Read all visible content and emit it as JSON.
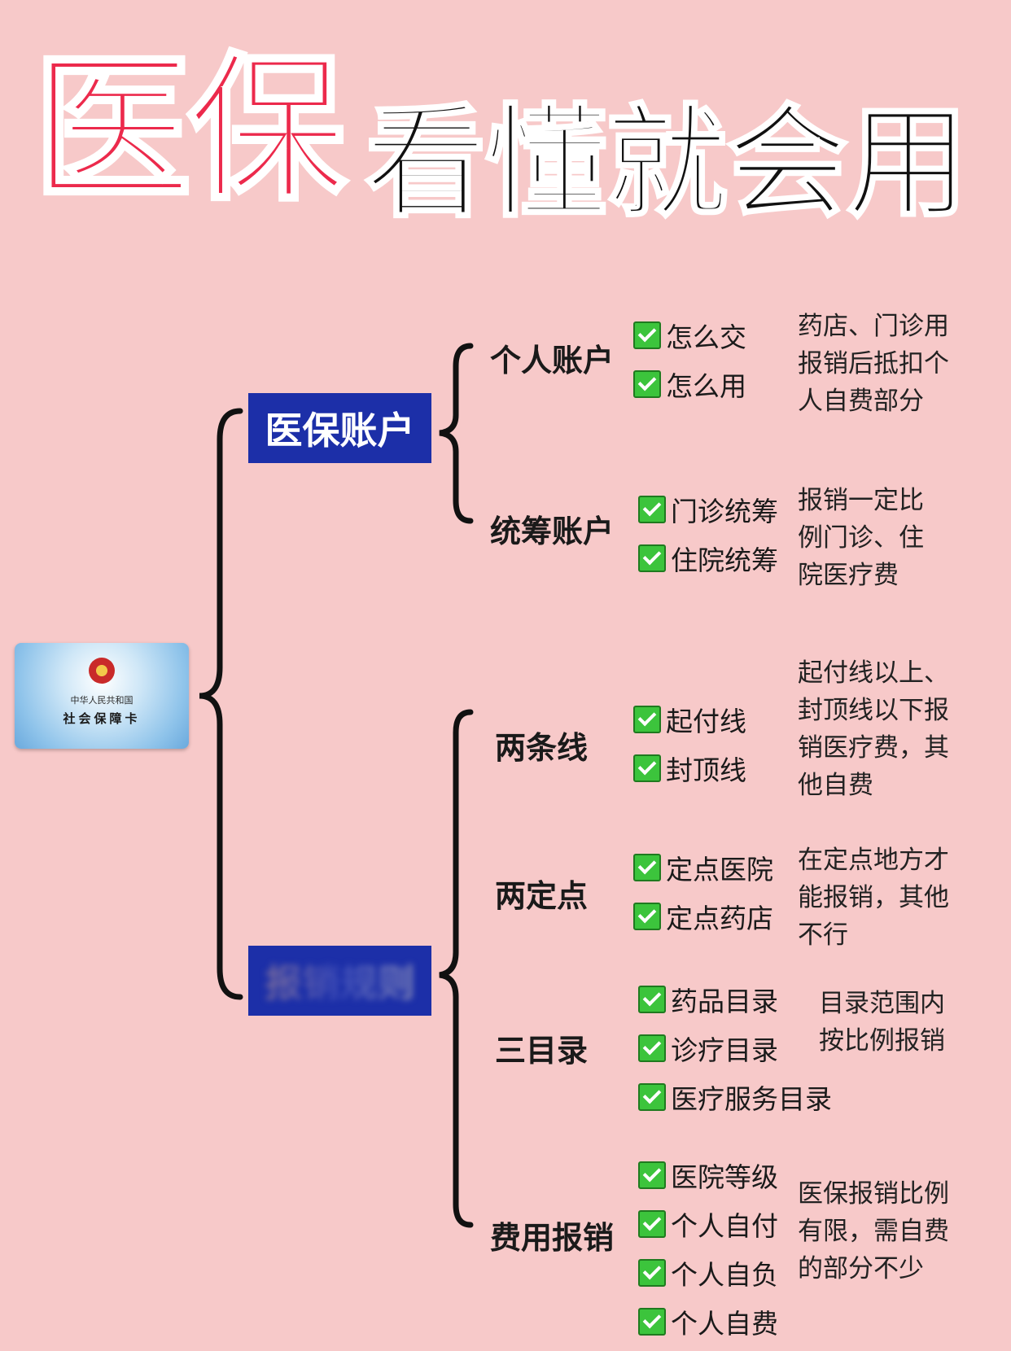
{
  "title": {
    "highlight": "医保",
    "rest": "看懂就会用"
  },
  "card": {
    "line1": "中华人民共和国",
    "line2": "社会保障卡"
  },
  "branches": {
    "account": {
      "label": "医保账户",
      "groups": [
        {
          "title": "个人账户",
          "items": [
            "怎么交",
            "怎么用"
          ],
          "desc": [
            "药店、门诊用",
            "报销后抵扣个",
            "人自费部分"
          ]
        },
        {
          "title": "统筹账户",
          "items": [
            "门诊统筹",
            "住院统筹"
          ],
          "desc": [
            "报销一定比",
            "例门诊、住",
            "院医疗费"
          ]
        }
      ]
    },
    "reimburse": {
      "label": "报销规则",
      "groups": [
        {
          "title": "两条线",
          "items": [
            "起付线",
            "封顶线"
          ],
          "desc": [
            "起付线以上、",
            "封顶线以下报",
            "销医疗费，其",
            "他自费"
          ]
        },
        {
          "title": "两定点",
          "items": [
            "定点医院",
            "定点药店"
          ],
          "desc": [
            "在定点地方才",
            "能报销，其他",
            "不行"
          ]
        },
        {
          "title": "三目录",
          "items": [
            "药品目录",
            "诊疗目录",
            "医疗服务目录"
          ],
          "desc": [
            "目录范围内",
            "按比例报销"
          ]
        },
        {
          "title": "费用报销",
          "items": [
            "医院等级",
            "个人自付",
            "个人自负",
            "个人自费"
          ],
          "desc": [
            "医保报销比例",
            "有限，需自费",
            "的部分不少"
          ]
        }
      ]
    }
  },
  "colors": {
    "background": "#f7c9c9",
    "title_red": "#ec2a4c",
    "box_blue": "#1c2fa8",
    "check_green": "#3cc43c"
  },
  "icons": [
    "checkbox-check-icon",
    "national-emblem-icon"
  ]
}
